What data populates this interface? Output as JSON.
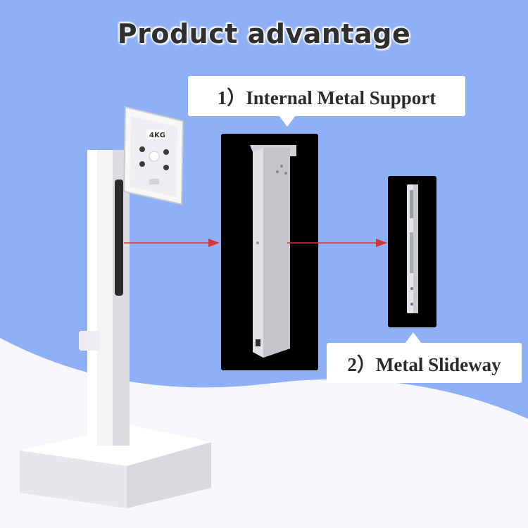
{
  "headline": "Product advantage",
  "callouts": {
    "internal_support": "1）Internal Metal Support",
    "slideway": "2）Metal Slideway"
  },
  "vesa_plate_label": "4KG",
  "colors": {
    "background_blue": "#8fb0f7",
    "lower_background": "#f6f7fb",
    "arrow_red": "#d0393b",
    "panel_black": "#000000"
  }
}
